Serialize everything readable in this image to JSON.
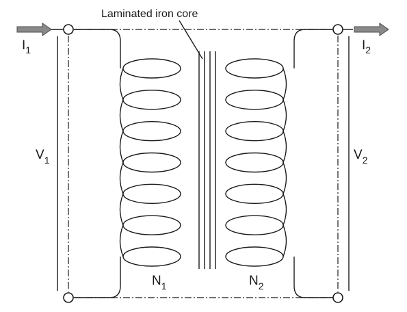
{
  "core_label": "Laminated iron core",
  "primary": {
    "current": "I",
    "current_sub": "1",
    "voltage": "V",
    "voltage_sub": "1",
    "turns": "N",
    "turns_sub": "1"
  },
  "secondary": {
    "current": "I",
    "current_sub": "2",
    "voltage": "V",
    "voltage_sub": "2",
    "turns": "N",
    "turns_sub": "2"
  },
  "coil_turn_count": 7,
  "core_lamination_count": 4
}
